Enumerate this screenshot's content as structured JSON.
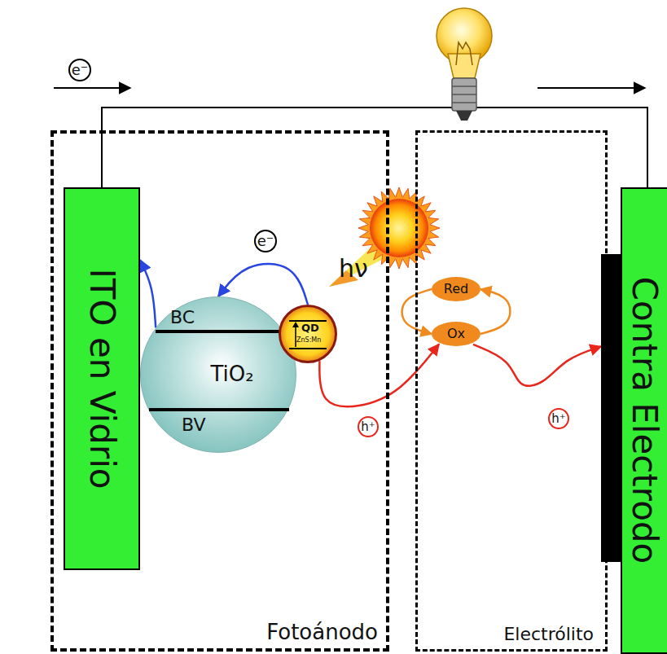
{
  "diagram": {
    "nodes": [
      {
        "text": [
          "Fotoánodo"
        ]
      },
      {
        "text": [
          "ITO en Vidrio"
        ],
        "in": 0
      },
      {
        "text": [
          "BC",
          "TiO₂",
          "BV"
        ],
        "in": 0
      },
      {
        "text": [
          "QD",
          "ZnS:Mn"
        ],
        "in": 0
      },
      {
        "text": [
          "Electrólito"
        ]
      },
      {
        "text": [
          "Red"
        ],
        "in": 4
      },
      {
        "text": [
          "Ox"
        ],
        "in": 4
      },
      {
        "text": [
          "Contra Electrodo"
        ]
      }
    ],
    "edges": [
      {
        "from": 1,
        "to": 7,
        "arrow": "none"
      },
      {
        "from": 3,
        "to": 2,
        "label": "e⁻",
        "arrow": "to"
      },
      {
        "from": 2,
        "to": 1,
        "arrow": "to"
      },
      {
        "from": 3,
        "to": 6,
        "label": "h⁺",
        "arrow": "to"
      },
      {
        "from": 5,
        "to": 6,
        "arrow": "to"
      },
      {
        "from": 6,
        "to": 5,
        "arrow": "to"
      },
      {
        "from": 6,
        "to": 7,
        "label": "h⁺",
        "arrow": "to"
      }
    ],
    "labels": [
      "e⁻",
      "hν"
    ]
  }
}
